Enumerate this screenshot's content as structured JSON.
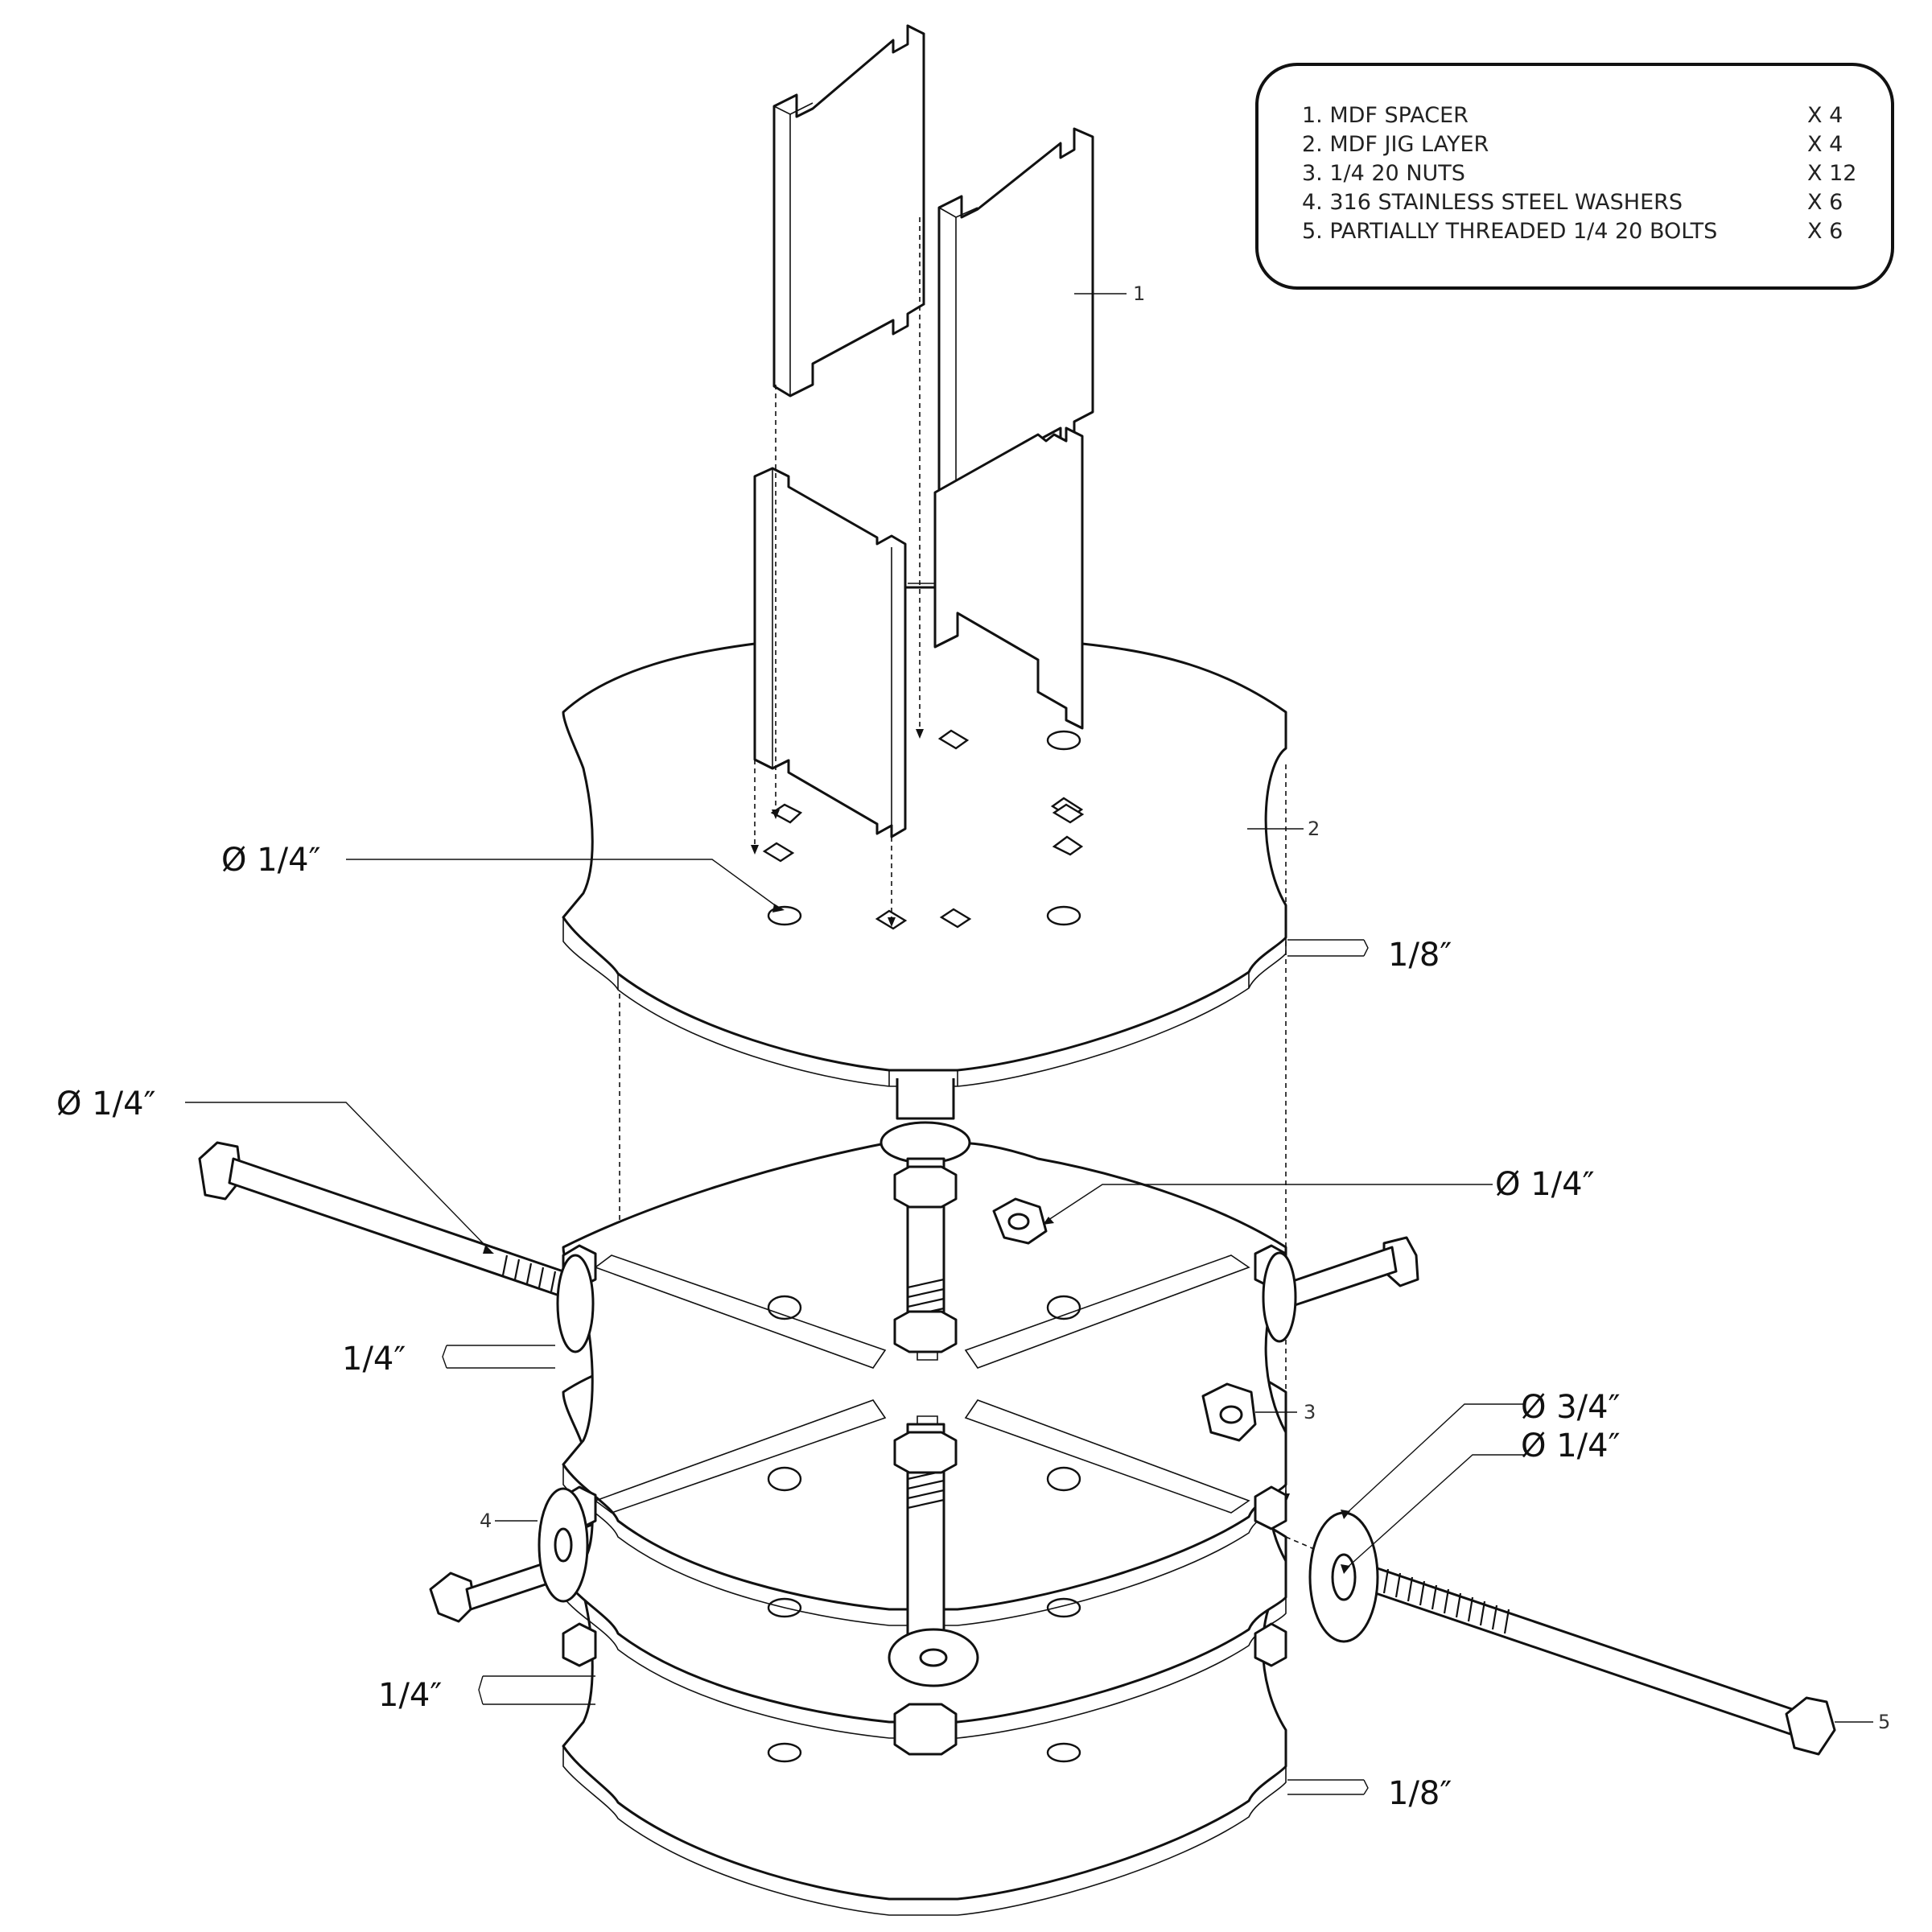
{
  "legend": {
    "items": [
      {
        "label": "1. MDF SPACER",
        "qty": "X 4"
      },
      {
        "label": "2. MDF JIG LAYER",
        "qty": "X 4"
      },
      {
        "label": "3. 1/4 20 NUTS",
        "qty": "X 12"
      },
      {
        "label": "4. 316 STAINLESS STEEL WASHERS",
        "qty": "X 6"
      },
      {
        "label": "5. PARTIALLY THREADED 1/4 20 BOLTS",
        "qty": "X 6"
      }
    ]
  },
  "callouts": {
    "spacer": "1",
    "jig_layer": "2",
    "nut": "3",
    "washer": "4",
    "bolt": "5"
  },
  "dimensions": {
    "top_hole_dia": "Ø 1/4″",
    "layer_thickness_top": "1/8″",
    "bolt_dia_left": "Ø 1/4″",
    "nut_dia": "Ø 1/4″",
    "spacer_gap_upper": "1/4″",
    "washer_outer_dia": "Ø 3/4″",
    "washer_inner_dia": "Ø 1/4″",
    "spacer_gap_lower": "1/4″",
    "layer_thickness_bottom": "1/8″"
  }
}
